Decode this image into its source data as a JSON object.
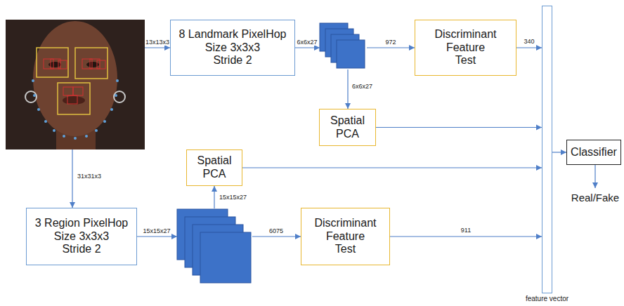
{
  "diagram": {
    "nodes": [
      {
        "text": [
          "8 Landmark PixelHop",
          "Size 3x3x3",
          "Stride 2"
        ]
      },
      {
        "text": [
          "Discriminant Feature Test"
        ]
      },
      {
        "text": [
          "Spatial PCA"
        ]
      },
      {
        "text": [
          "Spatial PCA"
        ]
      },
      {
        "text": [
          "3 Region PixelHop",
          "Size 3x3x3",
          "Stride 2"
        ]
      },
      {
        "text": [
          "Discriminant Feature Test"
        ]
      },
      {
        "text": [
          "feature vector"
        ]
      },
      {
        "text": [
          "Classifier"
        ]
      }
    ],
    "edges": [
      {
        "from": 1,
        "to": 6,
        "label": "340",
        "arrow": "to"
      },
      {
        "from": 2,
        "to": 6,
        "arrow": "to"
      },
      {
        "from": 3,
        "to": 6,
        "arrow": "to"
      },
      {
        "from": 5,
        "to": 6,
        "label": "911",
        "arrow": "to"
      },
      {
        "from": 6,
        "to": 7,
        "arrow": "to"
      }
    ],
    "labels": [
      "13x13x3",
      "6x6x27",
      "972",
      "6x6x27",
      "31x31x3",
      "15x15x27",
      "15x15x27",
      "6075",
      "Real/Fake"
    ]
  }
}
